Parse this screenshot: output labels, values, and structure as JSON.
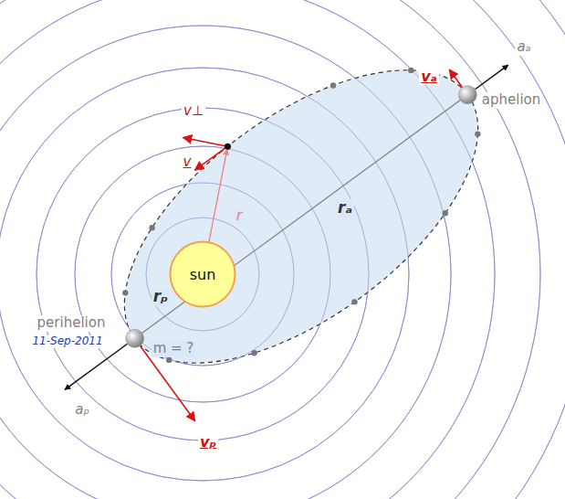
{
  "diagram": {
    "nodes": [
      {
        "text": [
          "sun"
        ]
      }
    ],
    "labels": [
      "aphelion",
      "perihelion",
      "11-Sep-2011",
      "m = ?",
      "r",
      "rₐ",
      "rₚ",
      "v⊥",
      "v",
      "vₚ",
      "vₐ",
      "aₐ",
      "aₚ"
    ]
  }
}
